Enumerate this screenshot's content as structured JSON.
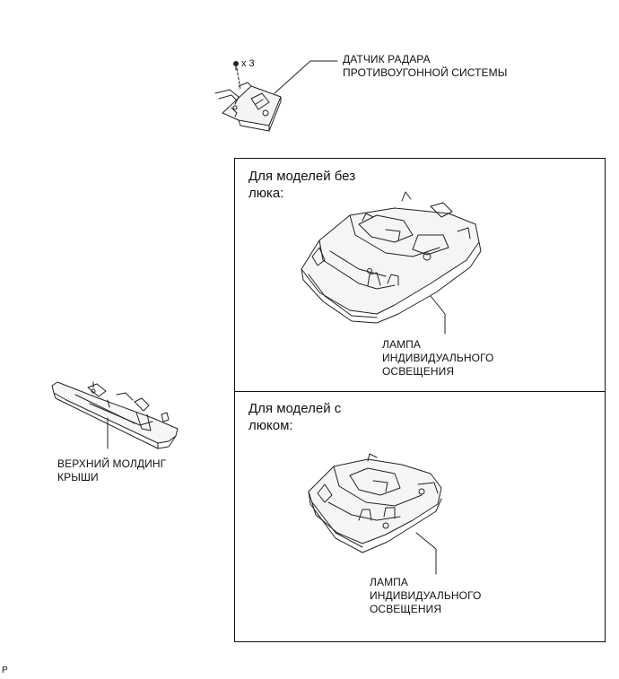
{
  "callouts": {
    "radar_sensor": "ДАТЧИК РАДАРА\nПРОТИВОУГОННОЙ СИСТЕМЫ",
    "screw_qty": "x 3",
    "roof_molding": "ВЕРХНИЙ МОЛДИНГ\nКРЫШИ",
    "lamp_no_sunroof": "ЛАМПА\nИНДИВИДУАЛЬНОГО\nОСВЕЩЕНИЯ",
    "lamp_sunroof": "ЛАМПА\nИНДИВИДУАЛЬНОГО\nОСВЕЩЕНИЯ"
  },
  "panels": {
    "without_sunroof_heading": "Для моделей без\nлюка:",
    "with_sunroof_heading": "Для моделей с\nлюком:"
  },
  "corner_mark": "P"
}
